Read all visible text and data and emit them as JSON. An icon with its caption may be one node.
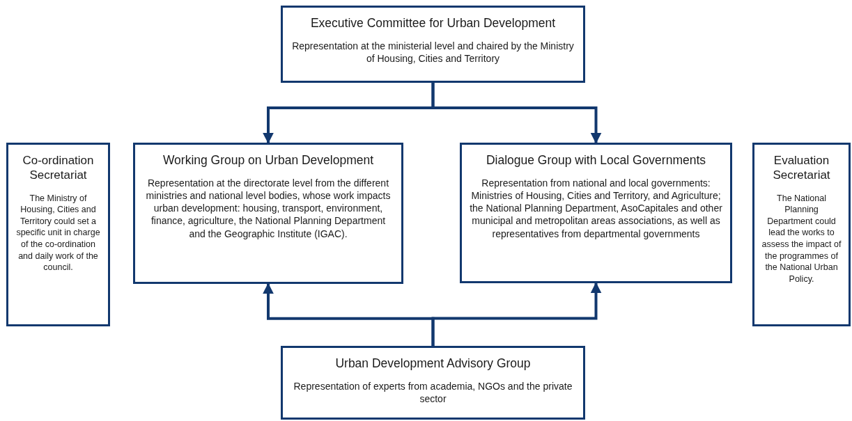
{
  "diagram": {
    "nodes": [
      {
        "text": [
          "Executive Committee for Urban Development",
          "Representation at the ministerial level and chaired by the Ministry of Housing, Cities and Territory"
        ]
      },
      {
        "text": [
          "Co-ordination Secretariat",
          "The Ministry of Housing, Cities and Territory could set a specific unit in charge of the co-ordination and daily work of the council."
        ]
      },
      {
        "text": [
          "Working Group on Urban Development",
          "Representation at the directorate level from the different ministries and national level bodies, whose work impacts urban development: housing, transport, environment, finance, agriculture, the National Planning Department and the Geographic Institute (IGAC)."
        ]
      },
      {
        "text": [
          "Dialogue Group with Local Governments",
          "Representation from national and local governments: Ministries of Housing, Cities and Territory, and Agriculture; the National Planning Department, AsoCapitales and other municipal and metropolitan areas associations, as well as representatives from departmental governments"
        ]
      },
      {
        "text": [
          "Evaluation Secretariat",
          "The National Planning Department could lead the works to assess the impact of the programmes of the National Urban Policy."
        ]
      },
      {
        "text": [
          "Urban Development Advisory Group",
          "Representation of experts from academia, NGOs and the private sector"
        ]
      }
    ],
    "edges": [
      {
        "from": 0,
        "to": 2,
        "arrow": "to"
      },
      {
        "from": 0,
        "to": 3,
        "arrow": "to"
      },
      {
        "from": 5,
        "to": 2,
        "arrow": "to"
      },
      {
        "from": 5,
        "to": 3,
        "arrow": "to"
      }
    ]
  }
}
